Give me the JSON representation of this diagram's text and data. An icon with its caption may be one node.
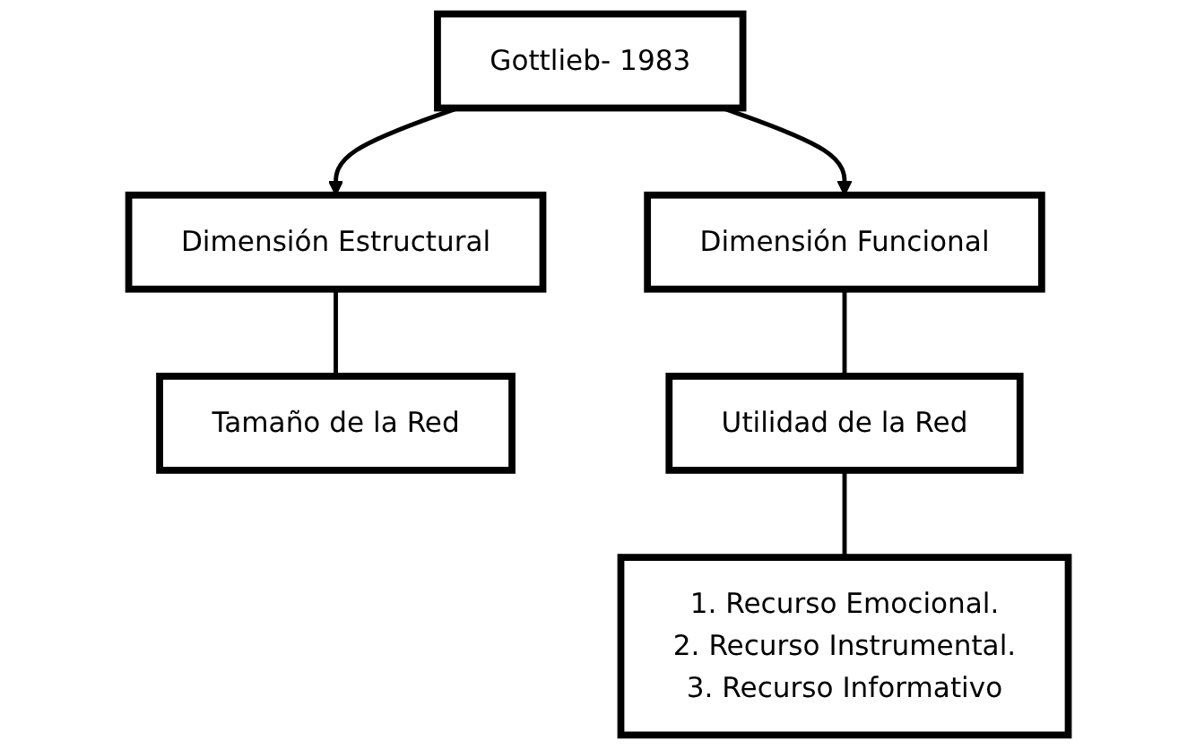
{
  "diagram": {
    "nodes": [
      {
        "text": [
          "Gottlieb- 1983"
        ]
      },
      {
        "text": [
          "Dimensión Estructural"
        ]
      },
      {
        "text": [
          "Dimensión Funcional"
        ]
      },
      {
        "text": [
          "Tamaño de la Red"
        ]
      },
      {
        "text": [
          "Utilidad de la Red"
        ]
      },
      {
        "text": [
          "1. Recurso Emocional.",
          "2. Recurso Instrumental.",
          "3. Recurso Informativo"
        ]
      }
    ],
    "edges": [
      {
        "from": 0,
        "to": 1,
        "arrow": "to"
      },
      {
        "from": 0,
        "to": 2,
        "arrow": "to"
      },
      {
        "from": 1,
        "to": 3,
        "arrow": "none"
      },
      {
        "from": 2,
        "to": 4,
        "arrow": "none"
      },
      {
        "from": 4,
        "to": 5,
        "arrow": "none"
      }
    ]
  }
}
